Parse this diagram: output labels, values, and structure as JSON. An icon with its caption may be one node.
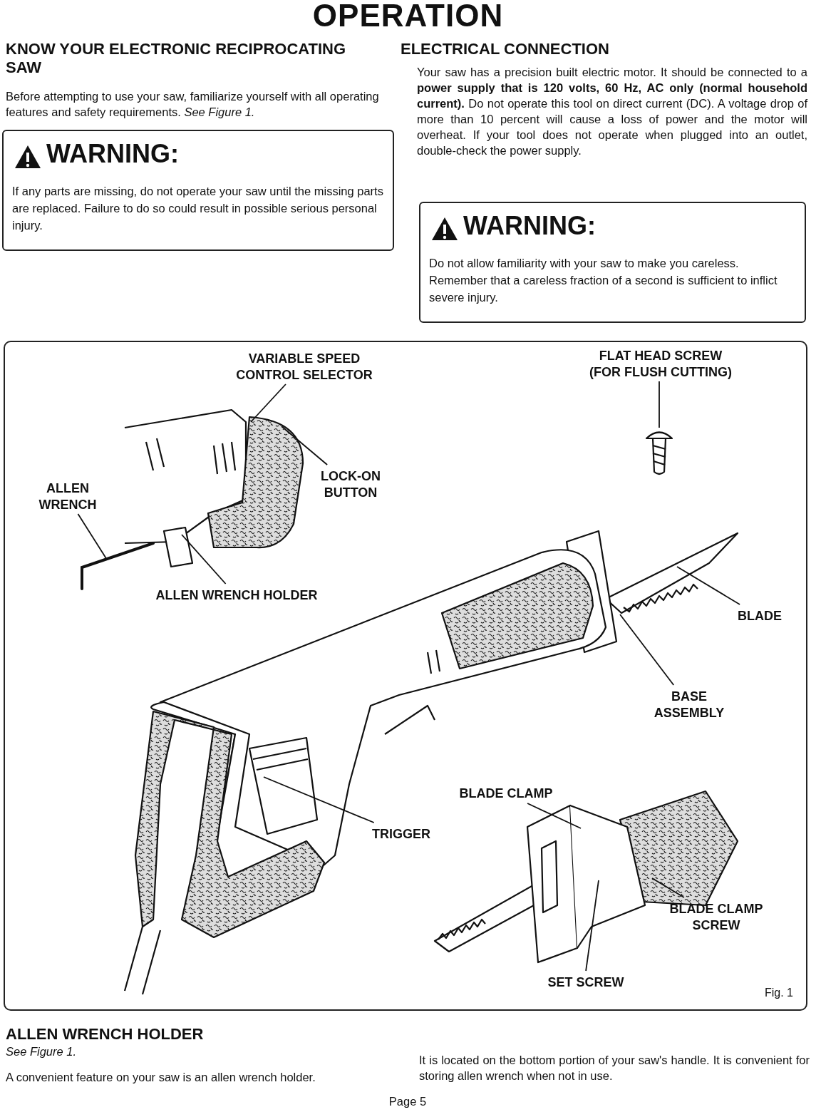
{
  "diagram": {
    "title": "OPERATION",
    "nodes": [
      {
        "text": [
          "WARNING:",
          "If any parts are missing, do not operate your saw until the missing parts are replaced. Failure to do so could result in possible serious personal injury."
        ]
      },
      {
        "text": [
          "WARNING:",
          "Do not allow familiarity with your saw to make you careless. Remember that a careless fraction of a second is sufficient to inflict severe injury."
        ]
      },
      {
        "text": [
          "Fig. 1"
        ]
      },
      {
        "text": [
          "VARIABLE SPEED CONTROL SELECTOR"
        ],
        "in": 2
      },
      {
        "text": [
          "FLAT HEAD SCREW (FOR FLUSH CUTTING)"
        ],
        "in": 2
      },
      {
        "text": [
          "LOCK-ON BUTTON"
        ],
        "in": 2
      },
      {
        "text": [
          "ALLEN WRENCH"
        ],
        "in": 2
      },
      {
        "text": [
          "ALLEN WRENCH HOLDER"
        ],
        "in": 2
      },
      {
        "text": [
          "BLADE"
        ],
        "in": 2
      },
      {
        "text": [
          "BASE ASSEMBLY"
        ],
        "in": 2
      },
      {
        "text": [
          "BLADE CLAMP"
        ],
        "in": 2
      },
      {
        "text": [
          "TRIGGER"
        ],
        "in": 2
      },
      {
        "text": [
          "BLADE CLAMP SCREW"
        ],
        "in": 2
      },
      {
        "text": [
          "SET SCREW"
        ],
        "in": 2
      }
    ],
    "edges": [
      {
        "from": 3,
        "to": null,
        "arrow": "none"
      },
      {
        "from": 4,
        "to": null,
        "arrow": "none"
      },
      {
        "from": 5,
        "to": null,
        "arrow": "none"
      },
      {
        "from": 6,
        "to": null,
        "arrow": "none"
      },
      {
        "from": 7,
        "to": null,
        "arrow": "none"
      },
      {
        "from": 8,
        "to": null,
        "arrow": "none"
      },
      {
        "from": 9,
        "to": null,
        "arrow": "none"
      },
      {
        "from": 10,
        "to": null,
        "arrow": "none"
      },
      {
        "from": 11,
        "to": null,
        "arrow": "none"
      },
      {
        "from": 12,
        "to": null,
        "arrow": "none"
      },
      {
        "from": 13,
        "to": null,
        "arrow": "none"
      }
    ],
    "labels": [
      "KNOW YOUR ELECTRONIC RECIPROCATING SAW",
      "Before attempting to use your saw, familiarize yourself with all operating features and safety requirements. *See Figure 1.*",
      "ELECTRICAL CONNECTION",
      "Your saw has a precision built electric motor. It should be connected to a **power supply that is 120 volts, 60 Hz, AC only (normal household current).** Do not operate this tool on direct current (DC). A voltage drop of more than 10 percent will cause a loss of power and the motor will overheat. If your tool does not operate when plugged into an outlet, double-check the power supply.",
      "ALLEN WRENCH HOLDER",
      "See Figure 1.",
      "A convenient feature on your saw is an allen wrench holder.",
      "It is located on the bottom portion of your saw's handle. It is convenient for storing allen wrench when not in use.",
      "Page 5"
    ]
  }
}
